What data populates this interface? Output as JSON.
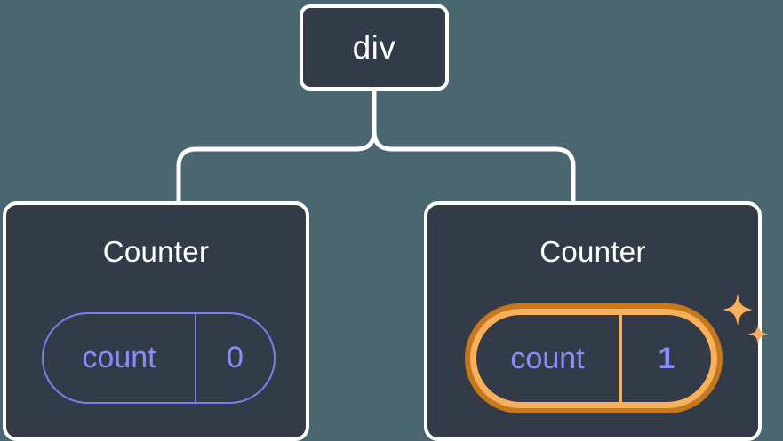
{
  "diagram": {
    "type": "component-tree",
    "background_color": "#4a6670",
    "node_fill_color": "#333b49",
    "node_border_color": "#ffffff",
    "connector_color": "#ffffff",
    "accent_indigo": "#8a8dfb",
    "highlight_outer_color": "#c6781b",
    "highlight_inner_color": "#f9b05a"
  },
  "root": {
    "label": "div"
  },
  "cards": [
    {
      "title": "Counter",
      "state": {
        "key": "count",
        "value": "0"
      },
      "highlighted": false
    },
    {
      "title": "Counter",
      "state": {
        "key": "count",
        "value": "1"
      },
      "highlighted": true,
      "sparkle_icons": [
        "sparkle-large",
        "sparkle-small"
      ]
    }
  ]
}
